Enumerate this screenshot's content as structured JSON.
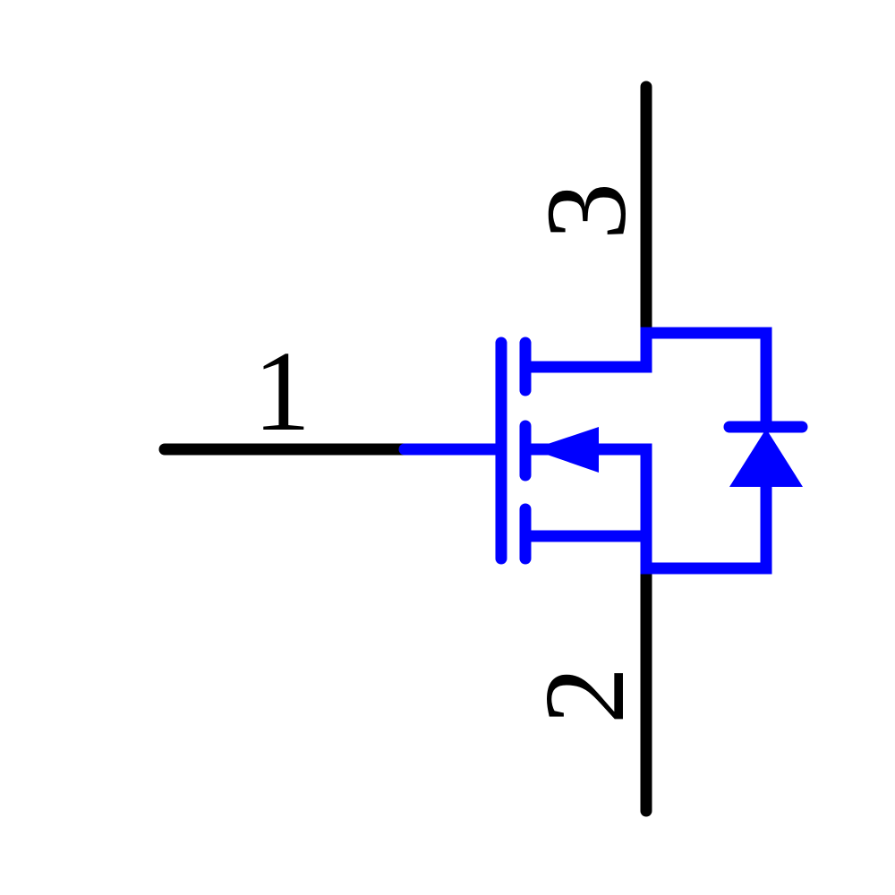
{
  "component": {
    "type": "n-channel-mosfet-with-body-diode",
    "description": "N-channel MOSFET schematic symbol with body diode"
  },
  "pins": [
    {
      "number": "1",
      "role": "gate",
      "side": "left"
    },
    {
      "number": "2",
      "role": "source",
      "side": "bottom"
    },
    {
      "number": "3",
      "role": "drain",
      "side": "top"
    }
  ],
  "colors": {
    "symbol_body": "#0000ff",
    "pin_wire": "#000000",
    "label_text": "#000000",
    "background": "#ffffff"
  }
}
